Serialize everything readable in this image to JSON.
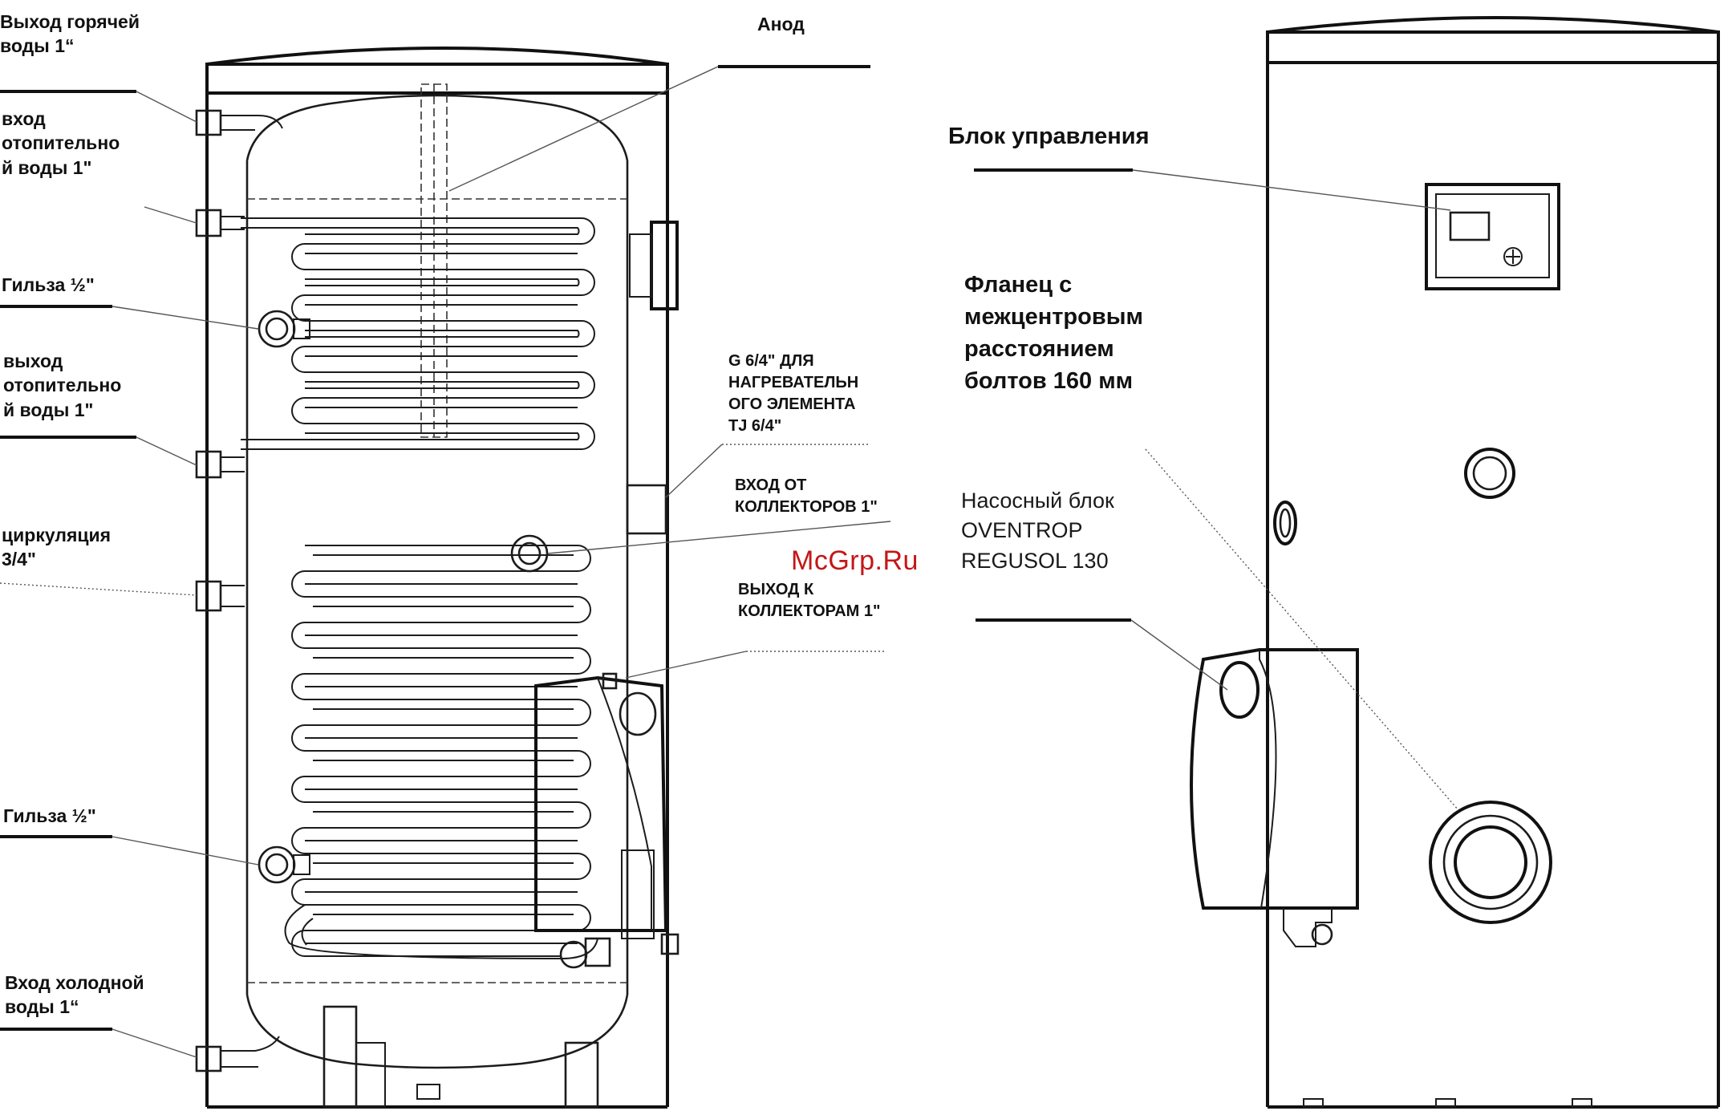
{
  "diagram": {
    "labels_left": [
      {
        "id": "hot-water-outlet",
        "text": "Выход горячей\nводы 1“"
      },
      {
        "id": "heating-water-inlet-upper",
        "text": "вход\nотопительно\nй воды 1\""
      },
      {
        "id": "sleeve-upper",
        "text": "Гильза ½\""
      },
      {
        "id": "heating-water-outlet-upper",
        "text": "выход\nотопительно\nй воды 1\""
      },
      {
        "id": "circulation",
        "text": "циркуляция\n3/4\""
      },
      {
        "id": "sleeve-lower",
        "text": "Гильза ½\""
      },
      {
        "id": "cold-water-inlet",
        "text": "Вход холодной\nводы 1“"
      }
    ],
    "labels_center": [
      {
        "id": "anode",
        "text": "Анод"
      },
      {
        "id": "heating-element",
        "text": "G 6/4\" ДЛЯ\nНАГРЕВАТЕЛЬН\nОГО ЭЛЕМЕНТА\nTJ 6/4\""
      },
      {
        "id": "collector-inlet",
        "text": "ВХОД ОТ\nКОЛЛЕКТОРОВ 1\""
      },
      {
        "id": "collector-outlet",
        "text": "ВЫХОД К\nКОЛЛЕКТОРАМ 1\""
      }
    ],
    "labels_right": [
      {
        "id": "control-unit",
        "text": "Блок управления"
      },
      {
        "id": "flange",
        "text": "Фланец с\nмежцентровым\nрасстоянием\nболтов 160 мм"
      },
      {
        "id": "pump-unit",
        "text": "Насосный блок\nOVENTROP\nREGUSOL 130"
      }
    ],
    "watermark": "McGrp.Ru",
    "colors": {
      "line": "#1c1c1c",
      "watermark": "#c51616",
      "background": "#ffffff"
    }
  }
}
